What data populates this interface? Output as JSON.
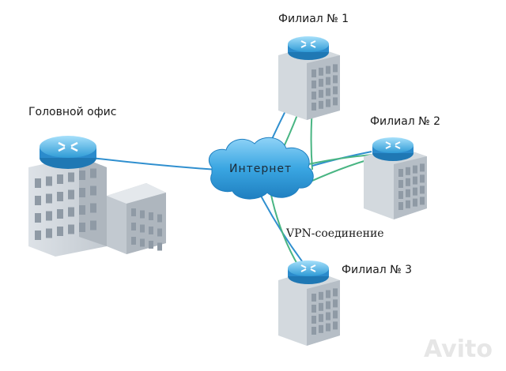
{
  "labels": {
    "head_office": "Головной офис",
    "branch1": "Филиал № 1",
    "branch2": "Филиал № 2",
    "branch3": "Филиал № 3",
    "internet": "Интернет",
    "vpn": "VPN-соединение"
  },
  "watermark": "Avito",
  "colors": {
    "router": "#2f9bd6",
    "router_top": "#7fcaf0",
    "building_front": "#cfd5db",
    "building_side": "#a9b2bb",
    "window": "#8f9aa5",
    "cloud": "#35a3e0",
    "link_blue": "#2f8fcf",
    "link_green": "#49b583"
  }
}
